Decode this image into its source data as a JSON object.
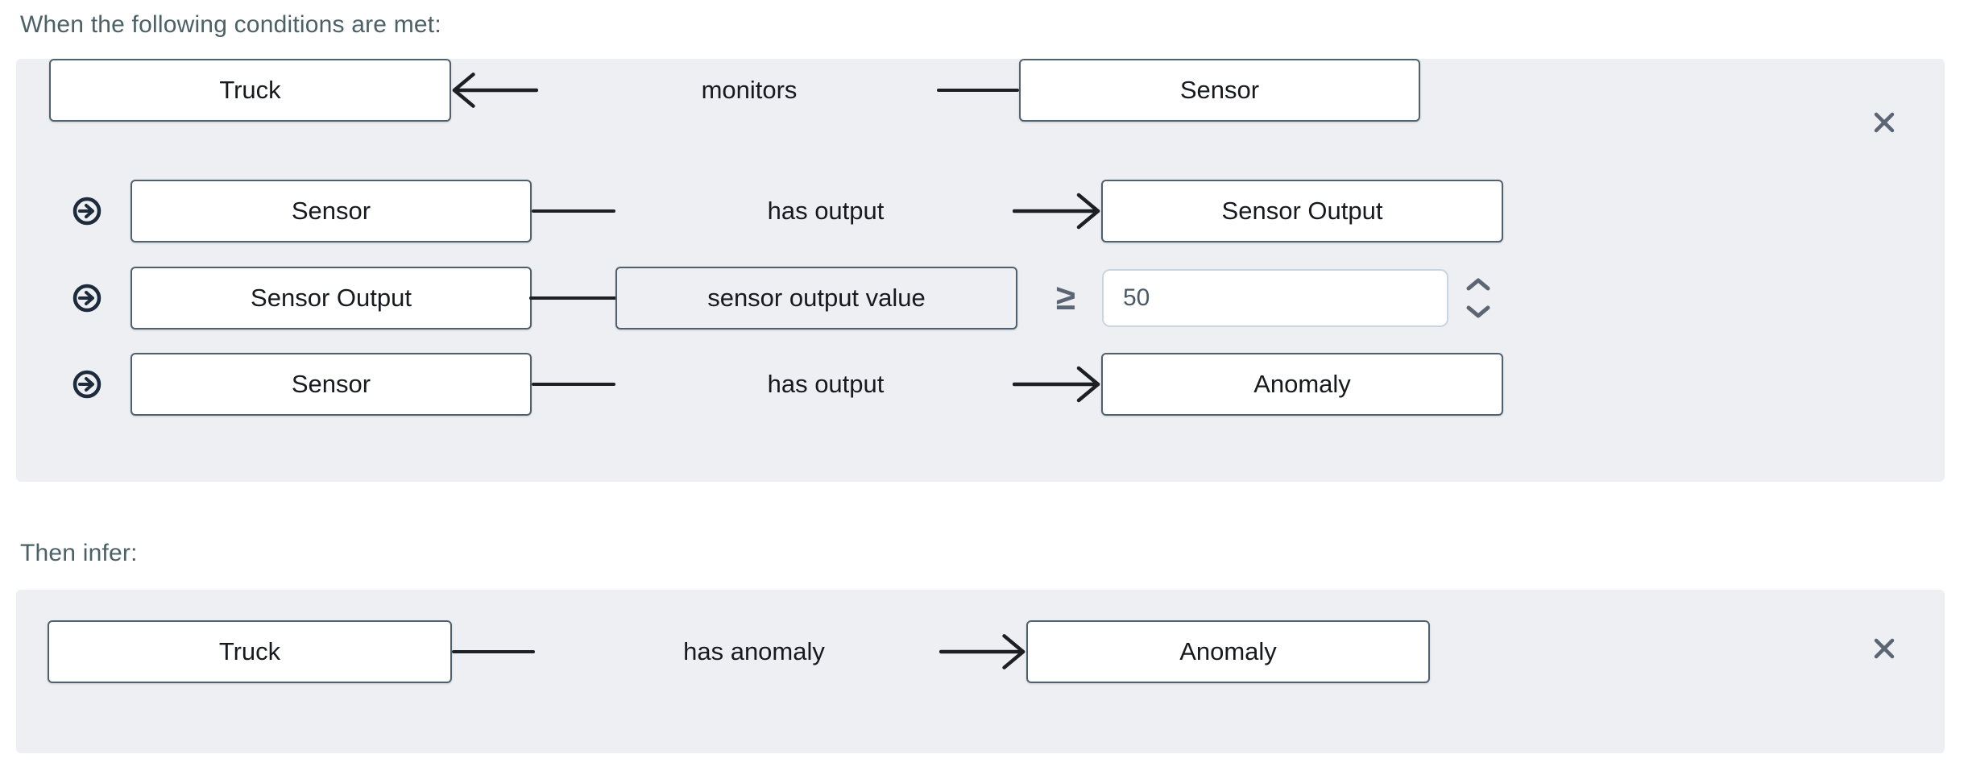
{
  "headings": {
    "conditions": "When the following conditions are met:",
    "infer": "Then infer:"
  },
  "conditions": {
    "rows": [
      {
        "type": "relation",
        "subject": "Truck",
        "predicate": "monitors",
        "object": "Sensor",
        "arrow_direction": "left"
      },
      {
        "type": "relation",
        "subject": "Sensor",
        "predicate": "has output",
        "object": "Sensor Output",
        "arrow_direction": "right",
        "prefix_icon": "arrow-right-circle-icon"
      },
      {
        "type": "attribute",
        "subject": "Sensor Output",
        "property": "sensor output value",
        "operator": "≥",
        "value": "50",
        "prefix_icon": "arrow-right-circle-icon"
      },
      {
        "type": "relation",
        "subject": "Sensor",
        "predicate": "has output",
        "object": "Anomaly",
        "arrow_direction": "right",
        "prefix_icon": "arrow-right-circle-icon"
      }
    ]
  },
  "inference": {
    "rows": [
      {
        "type": "relation",
        "subject": "Truck",
        "predicate": "has anomaly",
        "object": "Anomaly",
        "arrow_direction": "right"
      }
    ]
  },
  "icons": {
    "row_prefix": "arrow-right-circle-icon",
    "row_remove": "close-icon",
    "stepper_up": "chevron-up-icon",
    "stepper_down": "chevron-down-icon"
  },
  "colors": {
    "panel_bg": "#edeff2",
    "node_border": "#51606f",
    "node_text": "#16191e",
    "connector": "#1c1f23",
    "heading_text": "#4b6167",
    "chain_icon": "#1e2b3d",
    "muted_control": "#5b6573",
    "input_border": "#cbd5e1",
    "input_text": "#4a5968"
  }
}
